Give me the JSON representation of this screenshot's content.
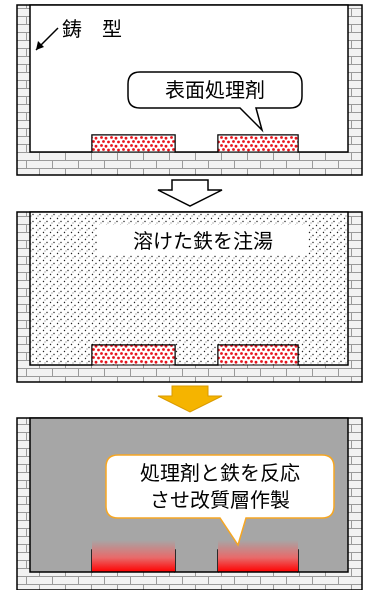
{
  "panel1": {
    "mold_label": "鋳　型",
    "callout": "表面処理剤"
  },
  "panel2": {
    "label": "溶けた鉄を注湯"
  },
  "panel3": {
    "callout_line1": "処理剤と鉄を反応",
    "callout_line2": "させ改質層作製"
  },
  "colors": {
    "brick_bg": "#f2f2f2",
    "brick_line": "#9a9a9a",
    "agent_red": "#e8141e",
    "iron_gray": "#a6a6a6",
    "arrow_orange": "#f5b400",
    "callout_border_orange": "#f5a623"
  }
}
